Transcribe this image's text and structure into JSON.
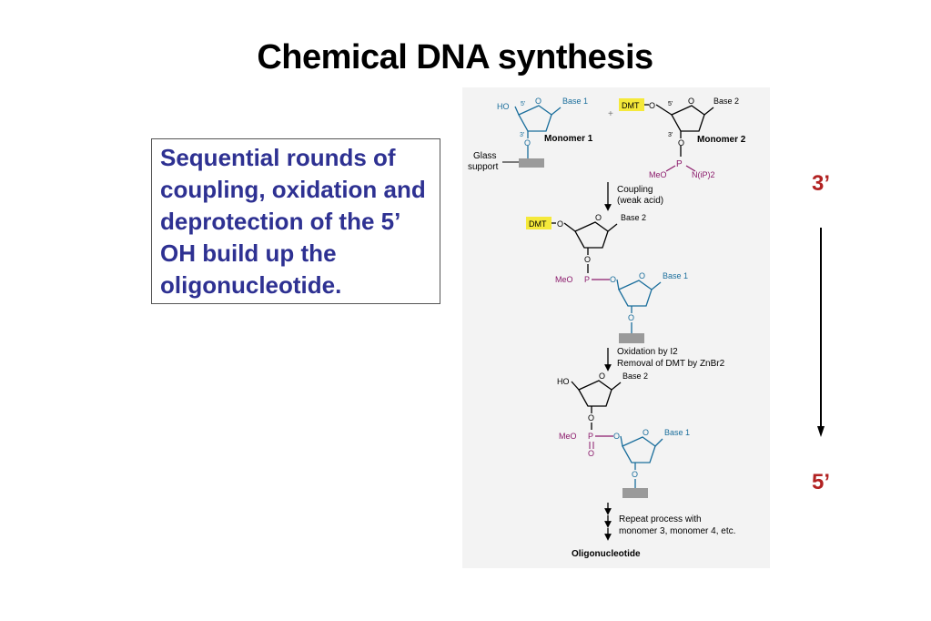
{
  "title": "Chemical DNA synthesis",
  "description": "Sequential rounds of coupling, oxidation and deprotection of the 5’ OH build up the oligonucleotide.",
  "direction": {
    "start": "3’",
    "end": "5’"
  },
  "figure": {
    "labels": {
      "ho": "HO",
      "dmt": "DMT",
      "o": "O",
      "p": "P",
      "meo": "MeO",
      "nip2": "N(iP)2",
      "plus": "+",
      "prime5": "5’",
      "prime3": "3’",
      "base1": "Base 1",
      "base2": "Base 2",
      "monomer1": "Monomer 1",
      "monomer2": "Monomer 2",
      "glass_line1": "Glass",
      "glass_line2": "support",
      "step1_line1": "Coupling",
      "step1_line2": "(weak acid)",
      "step2_line1": "Oxidation by I2",
      "step2_line2": "Removal of DMT by ZnBr2",
      "step3_line1": "Repeat process with",
      "step3_line2": "monomer 3, monomer 4, etc.",
      "product": "Oligonucleotide"
    },
    "colors": {
      "teal": "#1a6e9c",
      "magenta": "#8b1a6b",
      "dmt_bg": "#f5e93a",
      "support": "#9a9a9a"
    }
  }
}
